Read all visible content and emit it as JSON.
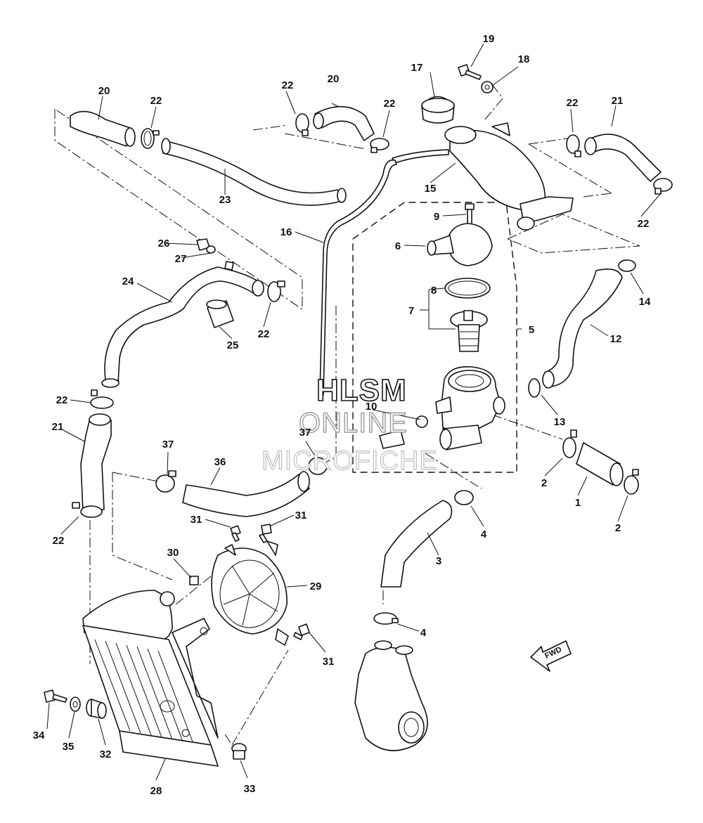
{
  "watermark": {
    "line1": "HLSM",
    "line2": "ONLINE",
    "line3": "MICROFICHE"
  },
  "direction_label": "FWD",
  "callouts": [
    "1",
    "2",
    "2",
    "3",
    "4",
    "4",
    "5",
    "6",
    "7",
    "8",
    "9",
    "10",
    "12",
    "13",
    "14",
    "15",
    "16",
    "17",
    "18",
    "19",
    "20",
    "20",
    "21",
    "21",
    "22",
    "22",
    "22",
    "22",
    "22",
    "22",
    "22",
    "22",
    "23",
    "24",
    "25",
    "26",
    "27",
    "28",
    "29",
    "30",
    "31",
    "31",
    "31",
    "32",
    "33",
    "34",
    "35",
    "36",
    "37",
    "37"
  ]
}
